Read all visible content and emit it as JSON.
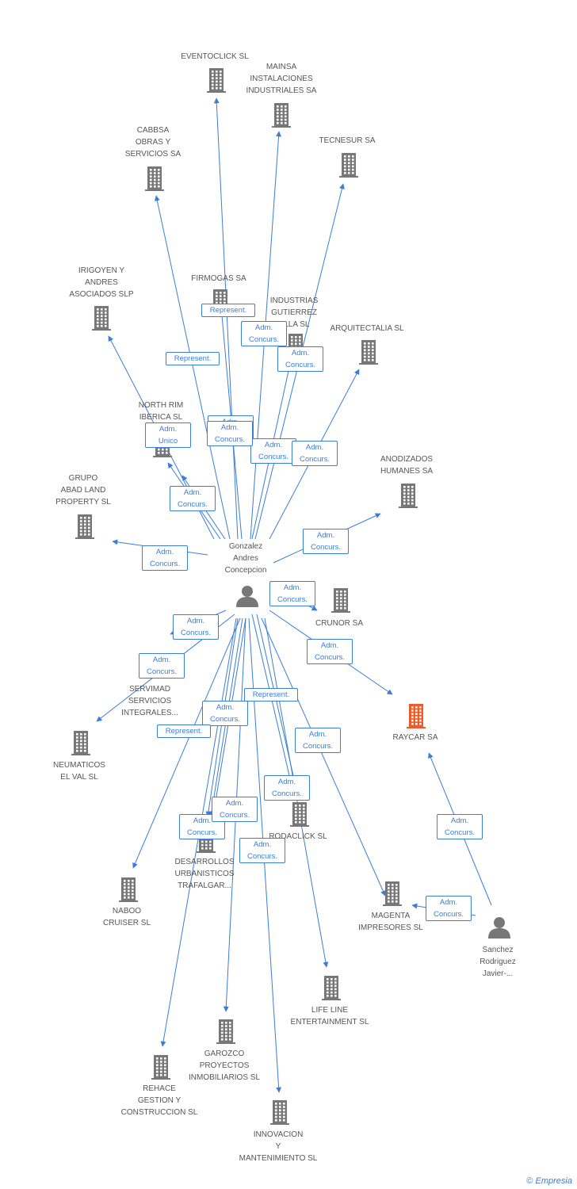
{
  "colors": {
    "edge": "#3b7dd8",
    "building": "#777777",
    "highlight": "#f05a28",
    "person": "#777777"
  },
  "persons": [
    {
      "id": "gonzalez",
      "label": "Gonzalez\nAndres\nConcepcion",
      "icon": "person-icon"
    },
    {
      "id": "sanchez",
      "label": "Sanchez\nRodriguez\nJavier-...",
      "icon": "person-icon"
    }
  ],
  "companies": [
    {
      "id": "eventoclick",
      "label": "EVENTOCLICK SL",
      "icon": "building-icon"
    },
    {
      "id": "mainsa",
      "label": "MAINSA\nINSTALACIONES\nINDUSTRIALES SA",
      "icon": "building-icon"
    },
    {
      "id": "cabbsa",
      "label": "CABBSA\nOBRAS Y\nSERVICIOS SA",
      "icon": "building-icon"
    },
    {
      "id": "tecnesur",
      "label": "TECNESUR SA",
      "icon": "building-icon"
    },
    {
      "id": "irigoyen",
      "label": "IRIGOYEN Y\nANDRES\nASOCIADOS SLP",
      "icon": "building-icon"
    },
    {
      "id": "firmogas",
      "label": "FIRMOGAS SA",
      "icon": "building-icon"
    },
    {
      "id": "industrias",
      "label": "INDUSTRIAS\nGUTIERREZ\nELLA SL",
      "icon": "building-icon"
    },
    {
      "id": "arquitectalia",
      "label": "ARQUITECTALIA SL",
      "icon": "building-icon"
    },
    {
      "id": "northrim",
      "label": "NORTH RIM\nIBERICA SL",
      "icon": "building-icon"
    },
    {
      "id": "anodizados",
      "label": "ANODIZADOS\nHUMANES SA",
      "icon": "building-icon"
    },
    {
      "id": "grupoabad",
      "label": "GRUPO\nABAD LAND\nPROPERTY SL",
      "icon": "building-icon"
    },
    {
      "id": "crunor",
      "label": "CRUNOR SA",
      "icon": "building-icon"
    },
    {
      "id": "servimad",
      "label": "SERVIMAD\nSERVICIOS\nINTEGRALES...",
      "icon": "building-icon"
    },
    {
      "id": "raycar",
      "label": "RAYCAR SA",
      "icon": "building-icon",
      "highlight": true
    },
    {
      "id": "neumaticos",
      "label": "NEUMATICOS\nEL VAL SL",
      "icon": "building-icon"
    },
    {
      "id": "rodaclick",
      "label": "RODACLICK SL",
      "icon": "building-icon"
    },
    {
      "id": "desarrollos",
      "label": "DESARROLLOS\nURBANISTICOS\nTRAFALGAR...",
      "icon": "building-icon"
    },
    {
      "id": "naboo",
      "label": "NABOO\nCRUISER SL",
      "icon": "building-icon"
    },
    {
      "id": "magenta",
      "label": "MAGENTA\nIMPRESORES SL",
      "icon": "building-icon"
    },
    {
      "id": "lifeline",
      "label": "LIFE LINE\nENTERTAINMENT SL",
      "icon": "building-icon"
    },
    {
      "id": "garozco",
      "label": "GAROZCO\nPROYECTOS\nINMOBILIARIOS SL",
      "icon": "building-icon"
    },
    {
      "id": "rehace",
      "label": "REHACE\nGESTION Y\nCONSTRUCCION SL",
      "icon": "building-icon"
    },
    {
      "id": "innovacion",
      "label": "INNOVACION\nY\nMANTENIMIENTO SL",
      "icon": "building-icon"
    }
  ],
  "relations": [
    {
      "from": "gonzalez",
      "to": "eventoclick",
      "label": "Adm.\nConcurs."
    },
    {
      "from": "gonzalez",
      "to": "mainsa",
      "label": "Adm.\nConcurs."
    },
    {
      "from": "gonzalez",
      "to": "cabbsa",
      "label": "Adm.\nConcurs."
    },
    {
      "from": "gonzalez",
      "to": "tecnesur",
      "label": "Adm.\nConcurs."
    },
    {
      "from": "gonzalez",
      "to": "irigoyen",
      "label": "Represent."
    },
    {
      "from": "gonzalez",
      "to": "firmogas",
      "label": "Represent."
    },
    {
      "from": "gonzalez",
      "to": "industrias",
      "label": "Adm.\nConcurs."
    },
    {
      "from": "gonzalez",
      "to": "arquitectalia",
      "label": "Adm.\nConcurs."
    },
    {
      "from": "gonzalez",
      "to": "northrim",
      "label": "Adm.\nUnico"
    },
    {
      "from": "gonzalez",
      "to": "northrim",
      "label": "Adm.\nConcurs."
    },
    {
      "from": "gonzalez",
      "to": "anodizados",
      "label": "Adm.\nConcurs."
    },
    {
      "from": "gonzalez",
      "to": "grupoabad",
      "label": "Adm.\nConcurs."
    },
    {
      "from": "gonzalez",
      "to": "crunor",
      "label": "Adm.\nConcurs."
    },
    {
      "from": "gonzalez",
      "to": "servimad",
      "label": "Adm.\nConcurs."
    },
    {
      "from": "gonzalez",
      "to": "raycar",
      "label": "Adm.\nConcurs."
    },
    {
      "from": "gonzalez",
      "to": "neumaticos",
      "label": "Adm.\nConcurs."
    },
    {
      "from": "gonzalez",
      "to": "rodaclick",
      "label": "Represent."
    },
    {
      "from": "gonzalez",
      "to": "rodaclick",
      "label": "Adm.\nConcurs."
    },
    {
      "from": "gonzalez",
      "to": "desarrollos",
      "label": "Adm.\nConcurs."
    },
    {
      "from": "gonzalez",
      "to": "desarrollos",
      "label": "Represent."
    },
    {
      "from": "gonzalez",
      "to": "desarrollos",
      "label": "Adm.\nConcurs."
    },
    {
      "from": "gonzalez",
      "to": "naboo",
      "label": "Adm.\nConcurs."
    },
    {
      "from": "gonzalez",
      "to": "magenta",
      "label": "Adm.\nConcurs."
    },
    {
      "from": "gonzalez",
      "to": "lifeline",
      "label": "Adm.\nConcurs."
    },
    {
      "from": "gonzalez",
      "to": "garozco",
      "label": "Adm.\nConcurs."
    },
    {
      "from": "gonzalez",
      "to": "rehace",
      "label": "Adm.\nConcurs."
    },
    {
      "from": "gonzalez",
      "to": "innovacion",
      "label": "Adm.\nConcurs."
    },
    {
      "from": "sanchez",
      "to": "raycar",
      "label": "Adm.\nConcurs."
    },
    {
      "from": "sanchez",
      "to": "magenta",
      "label": "Adm.\nConcurs."
    }
  ],
  "footer": {
    "copyright": "©",
    "brand": "Empresia"
  }
}
